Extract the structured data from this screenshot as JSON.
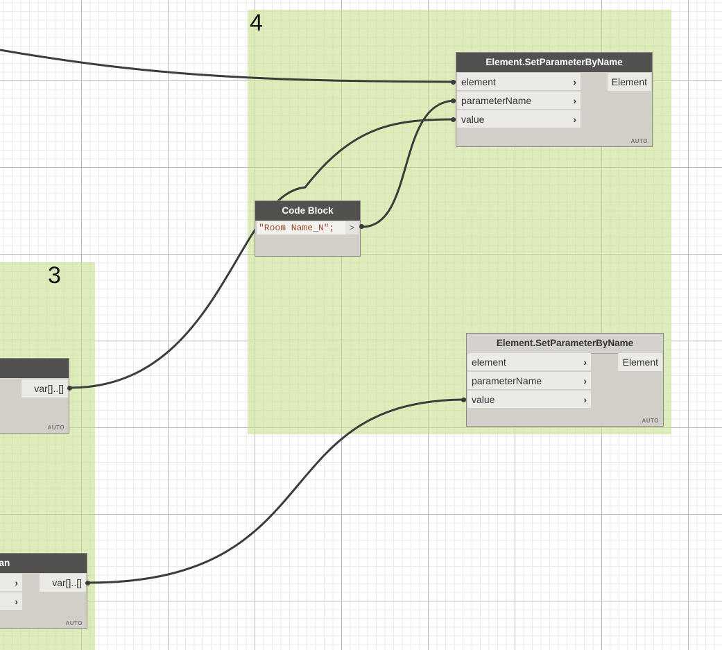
{
  "groups": {
    "group3": {
      "number": "3",
      "color": "#c8e18c"
    },
    "group4": {
      "number": "4",
      "color": "#c8e18c"
    }
  },
  "nodes": {
    "set_param_1": {
      "title": "Element.SetParameterByName",
      "inputs": [
        "element",
        "parameterName",
        "value"
      ],
      "output": "Element",
      "auto": "AUTO",
      "header_color": "#535150"
    },
    "set_param_2": {
      "title": "Element.SetParameterByName",
      "inputs": [
        "element",
        "parameterName",
        "value"
      ],
      "output": "Element",
      "auto": "AUTO",
      "header_color": "#d5d2cd"
    },
    "code_block": {
      "title": "Code Block",
      "code": "\"Room Name_N\";",
      "output_arrow": ">"
    },
    "left_node_1": {
      "output": "var[]..[]",
      "auto": "AUTO"
    },
    "left_node_2": {
      "title_fragment": "ean",
      "output": "var[]..[]",
      "auto": "AUTO"
    }
  },
  "icons": {
    "port_arrow": "chevron-right-icon",
    "port_dot": "connector-dot-icon"
  },
  "colors": {
    "wire": "#3c3c3c",
    "code_text": "#9d4d28",
    "canvas": "#ffffff"
  }
}
